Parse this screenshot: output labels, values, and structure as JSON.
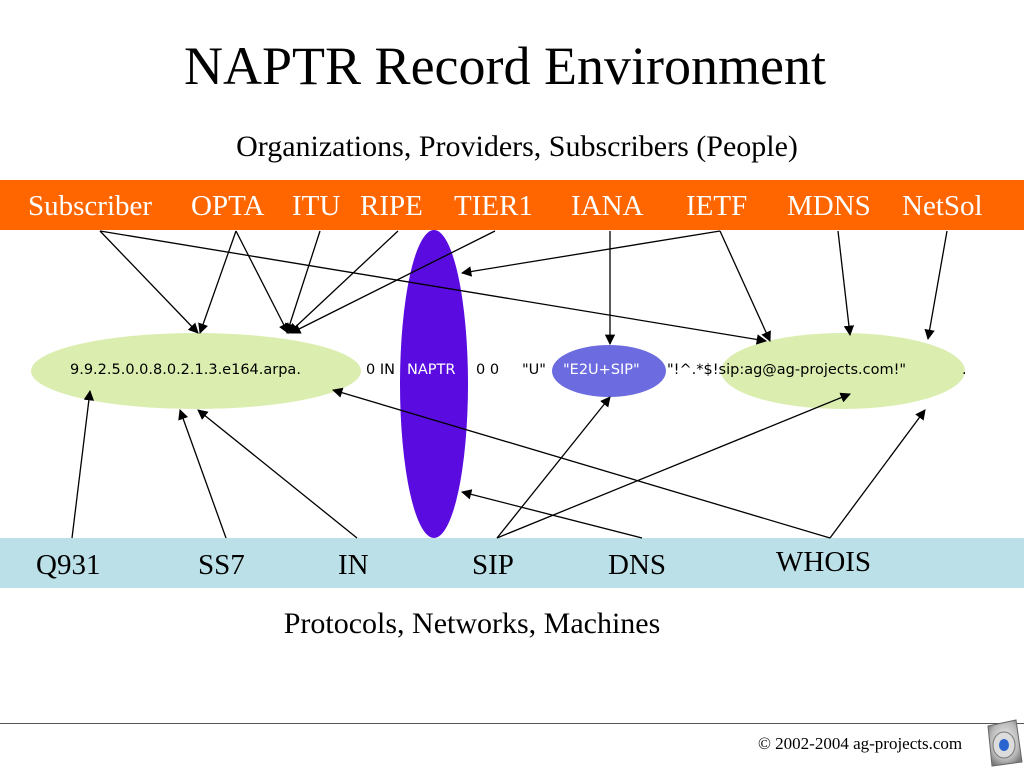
{
  "slide": {
    "title": "NAPTR Record Environment",
    "subtitle": "Organizations, Providers, Subscribers (People)",
    "protocols_caption": "Protocols, Networks, Machines",
    "footer": "© 2002-2004 ag-projects.com"
  },
  "organizations": [
    "Subscriber",
    "OPTA",
    "ITU",
    "RIPE",
    "TIER1",
    "IANA",
    "IETF",
    "MDNS",
    "NetSol"
  ],
  "protocols": [
    "Q931",
    "SS7",
    "IN",
    "SIP",
    "DNS",
    "WHOIS"
  ],
  "record": {
    "domain": "9.9.2.5.0.0.8.0.2.1.3.e164.arpa.",
    "class": "0 IN",
    "type": "NAPTR",
    "order_pref": "0  0",
    "flags": "\"U\"",
    "service": "\"E2U+SIP\"",
    "regexp": "\"!^.*$!sip:ag@ag-projects.com!\"",
    "replacement": "."
  },
  "colors": {
    "org_bar": "#ff6600",
    "protocol_bar": "#bce0e8",
    "domain_ellipse": "#dbeeb0",
    "naptr_ellipse": "#5a0ce0",
    "service_ellipse": "#6c6ce0"
  },
  "icons": [
    "speaker-icon"
  ]
}
